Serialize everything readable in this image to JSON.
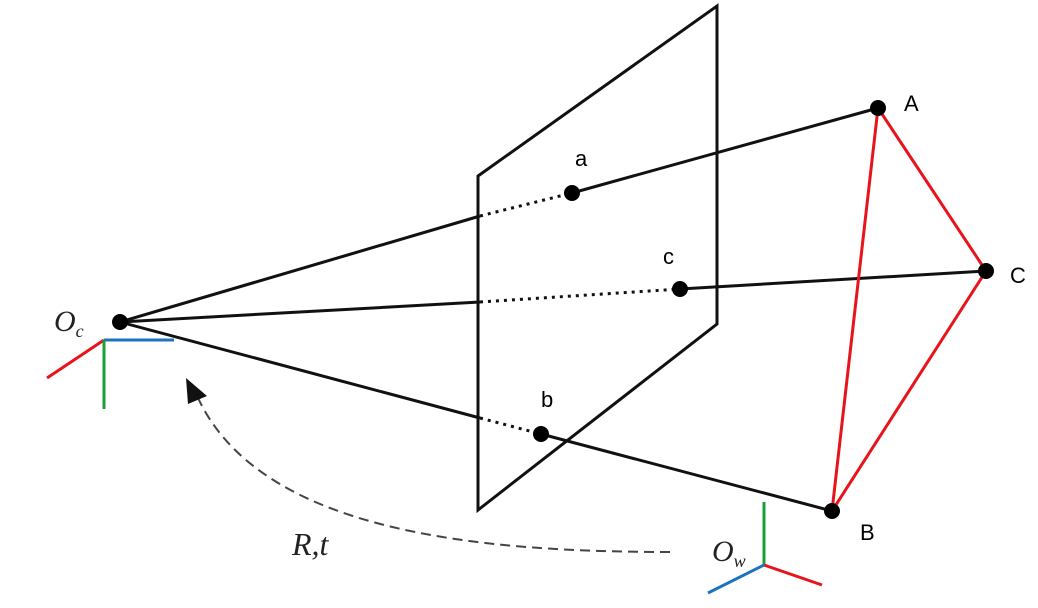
{
  "diagram": {
    "camera_origin": {
      "main": "O",
      "sub": "c"
    },
    "world_origin": {
      "main": "O",
      "sub": "w"
    },
    "transform_label": "R,t",
    "image_points": {
      "a": "a",
      "b": "b",
      "c": "c"
    },
    "world_points": {
      "A": "A",
      "B": "B",
      "C": "C"
    }
  },
  "colors": {
    "axis_x": "#e8141b",
    "axis_y": "#18a038",
    "axis_z": "#1e73be",
    "triangle": "#e8141b",
    "ray": "#111111",
    "plane": "#111111",
    "transform_arrow": "#444444"
  }
}
